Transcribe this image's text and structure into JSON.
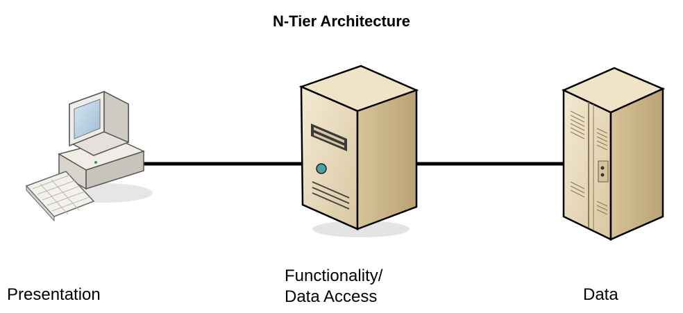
{
  "title": "N-Tier Architecture",
  "tiers": [
    {
      "label": "Presentation",
      "icon": "desktop-computer-icon"
    },
    {
      "label_line1": "Functionality/",
      "label_line2": "Data Access",
      "icon": "tower-server-icon"
    },
    {
      "label": "Data",
      "icon": "database-server-icon"
    }
  ],
  "colors": {
    "device_body": "#e9dcc2",
    "device_side": "#c9b58c",
    "outline": "#000000",
    "screen": "#b9d3e6",
    "connector": "#000000"
  }
}
